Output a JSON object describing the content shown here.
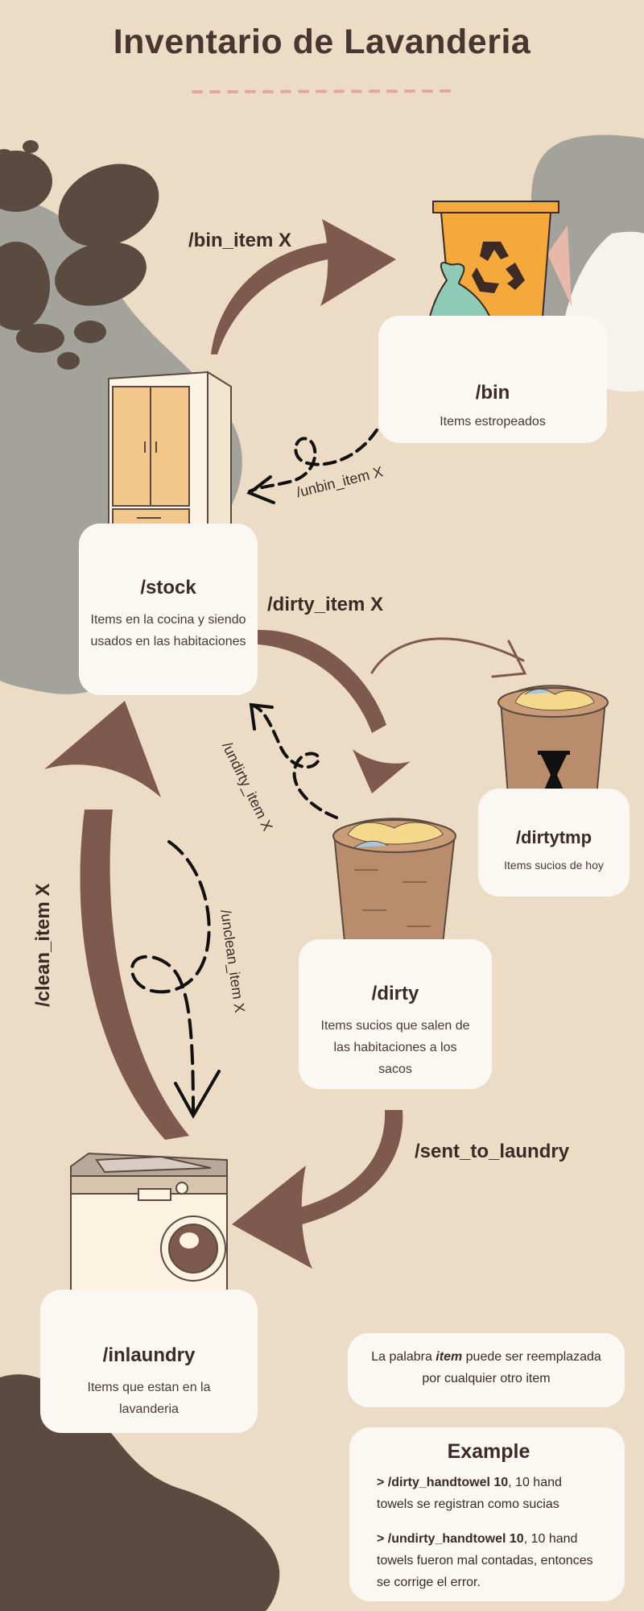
{
  "title": "Inventario de Lavanderia",
  "nodes": {
    "bin": {
      "name": "/bin",
      "desc": "Items estropeados"
    },
    "stock": {
      "name": "/stock",
      "desc": "Items en la cocina y siendo usados en las habitaciones"
    },
    "dirtytmp": {
      "name": "/dirtytmp",
      "desc": "Items sucios de hoy"
    },
    "dirty": {
      "name": "/dirty",
      "desc": "Items sucios que salen de las habitaciones a los sacos"
    },
    "inlaundry": {
      "name": "/inlaundry",
      "desc": "Items que estan en la lavanderia"
    }
  },
  "edges": {
    "bin_item": "/bin_item X",
    "unbin_item": "/unbin_item X",
    "dirty_item": "/dirty_item X",
    "undirty_item": "/undirty_item X",
    "unclean_item": "/unclean_item X",
    "clean_item": "/clean_item X",
    "sent_to_laundry": "/sent_to_laundry"
  },
  "note": {
    "before": "La palabra ",
    "keyword": "item",
    "after": " puede ser reemplazada por cualquier otro item"
  },
  "example": {
    "title": "Example",
    "line1_cmd": "> /dirty_handtowel 10",
    "line1_text": ", 10 hand towels se registran como sucias",
    "line2_cmd": "> /undirty_handtowel 10",
    "line2_text": ", 10 hand towels fueron mal contadas, entonces se corrige el error."
  },
  "colors": {
    "background": "#ecdcc6",
    "arrow": "#7e5a4e",
    "dark_blob": "#5b4a3f",
    "grey_blob": "#a3a39b",
    "card": "#fbf7f2"
  }
}
